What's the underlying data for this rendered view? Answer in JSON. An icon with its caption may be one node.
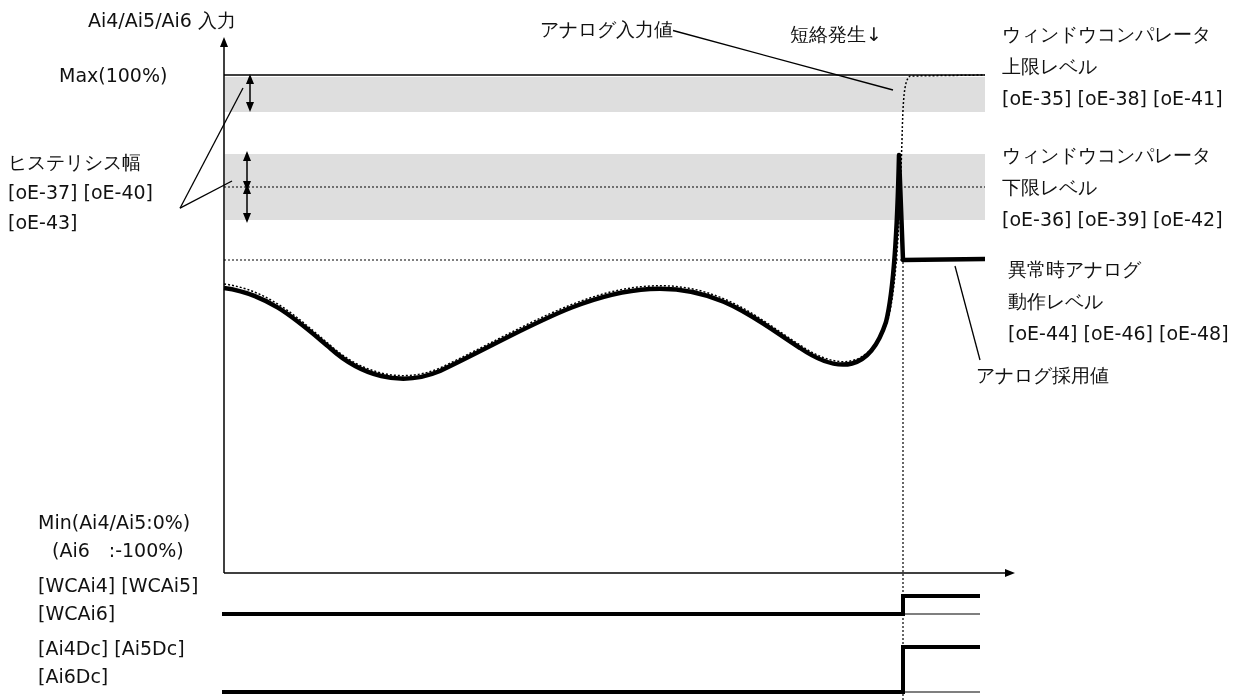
{
  "diagram": {
    "nodes": [
      {
        "text": [
          "ヒステリシス幅",
          "[oE-37] [oE-40] [oE-43]"
        ]
      },
      {
        "text": [
          "アナログ入力値"
        ]
      },
      {
        "text": [
          "アナログ採用値"
        ]
      }
    ],
    "edges": [
      {
        "from": 0,
        "to": null,
        "arrow": "none"
      },
      {
        "from": 0,
        "to": null,
        "arrow": "none"
      },
      {
        "from": 1,
        "to": null,
        "arrow": "none"
      },
      {
        "from": 2,
        "to": null,
        "arrow": "none"
      }
    ],
    "labels": [
      "Ai4/Ai5/Ai6 入力",
      "短絡発生↓",
      "ウィンドウコンパレータ",
      "上限レベル",
      "[oE-35] [oE-38] [oE-41]",
      "Max(100%)",
      "ウィンドウコンパレータ",
      "下限レベル",
      "[oE-36] [oE-39] [oE-42]",
      "異常時アナログ",
      "動作レベル",
      "[oE-44] [oE-46] [oE-48]",
      "Min(Ai4/Ai5:0%)",
      "(Ai6　:-100%)",
      "[WCAi4] [WCAi5]",
      "[WCAi6]",
      "[Ai4Dc] [Ai5Dc]",
      "[Ai6Dc]"
    ]
  }
}
